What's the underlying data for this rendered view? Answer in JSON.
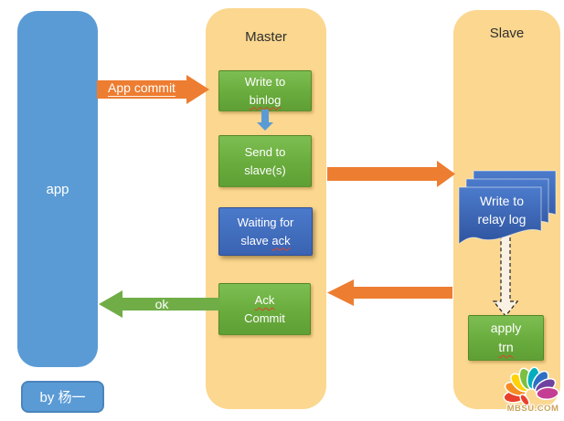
{
  "colors": {
    "lane_fill": "#FBD78F",
    "app_blue": "#5B9BD5",
    "green_box": "#69AC3D",
    "blue_box": "#4472C4",
    "arrow_orange": "#ED7D31",
    "arrow_green": "#70AD47",
    "relay_blue": "#3F6DB5",
    "squiggle_red": "#D9442B"
  },
  "app": {
    "label": "app"
  },
  "byline": {
    "label": "by 杨一"
  },
  "master": {
    "title": "Master",
    "write_binlog": {
      "line1": "Write to",
      "line2": "binlog"
    },
    "send_slaves": {
      "line1": "Send to",
      "line2": "slave(s)"
    },
    "waiting": {
      "line1": "Waiting for",
      "line2_pre": "slave ",
      "line2_miss": "ack"
    },
    "ack_commit": {
      "line1": "Ack",
      "line2": "Commit"
    }
  },
  "slave": {
    "title": "Slave",
    "relay": {
      "line1": "Write to",
      "line2": "relay log"
    },
    "apply": {
      "line1": "apply",
      "line2": "trn"
    }
  },
  "arrows": {
    "app_commit": "App commit",
    "ok": "ok"
  },
  "watermark": {
    "text": "MBSU.COM"
  }
}
